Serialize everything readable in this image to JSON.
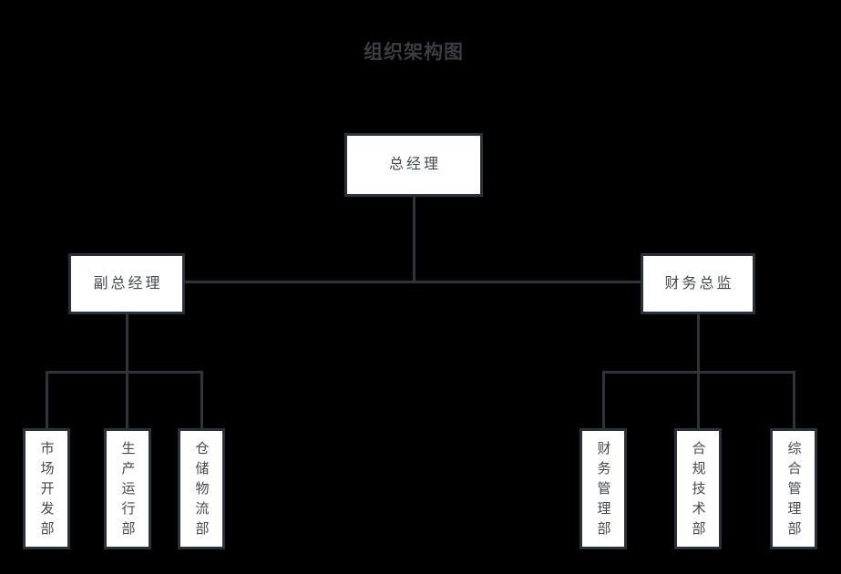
{
  "title": "组织架构图",
  "colors": {
    "background": "#000000",
    "node_fill": "#ffffff",
    "node_border": "#2a313a",
    "connector": "#303338",
    "text": "#45484d",
    "title_text": "#3a3d42"
  },
  "org": {
    "root": {
      "label": "总经理"
    },
    "branches": [
      {
        "label": "副总经理",
        "children": [
          {
            "label": "市场开发部"
          },
          {
            "label": "生产运行部"
          },
          {
            "label": "仓储物流部"
          }
        ]
      },
      {
        "label": "财务总监",
        "children": [
          {
            "label": "财务管理部"
          },
          {
            "label": "合规技术部"
          },
          {
            "label": "综合管理部"
          }
        ]
      }
    ]
  }
}
